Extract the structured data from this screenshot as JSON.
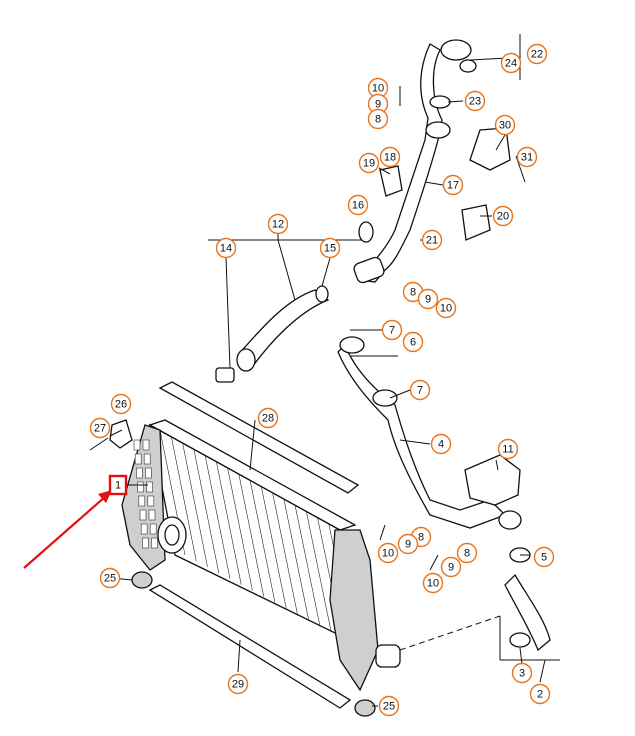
{
  "diagram": {
    "callouts": [
      {
        "label": "22",
        "kind": "ref"
      },
      {
        "label": "24",
        "kind": "ref"
      },
      {
        "label": "23",
        "kind": "ref"
      },
      {
        "label": "10",
        "kind": "ref"
      },
      {
        "label": "9",
        "kind": "ref"
      },
      {
        "label": "8",
        "kind": "ref"
      },
      {
        "label": "30",
        "kind": "ref"
      },
      {
        "label": "19",
        "kind": "ref"
      },
      {
        "label": "18",
        "kind": "ref"
      },
      {
        "label": "31",
        "kind": "ref"
      },
      {
        "label": "17",
        "kind": "ref"
      },
      {
        "label": "16",
        "kind": "ref"
      },
      {
        "label": "20",
        "kind": "ref"
      },
      {
        "label": "12",
        "kind": "ref"
      },
      {
        "label": "21",
        "kind": "ref"
      },
      {
        "label": "14",
        "kind": "ref"
      },
      {
        "label": "15",
        "kind": "ref"
      },
      {
        "label": "8",
        "kind": "ref"
      },
      {
        "label": "9",
        "kind": "ref"
      },
      {
        "label": "10",
        "kind": "ref"
      },
      {
        "label": "7",
        "kind": "ref"
      },
      {
        "label": "6",
        "kind": "ref"
      },
      {
        "label": "7",
        "kind": "ref"
      },
      {
        "label": "26",
        "kind": "ref"
      },
      {
        "label": "28",
        "kind": "ref"
      },
      {
        "label": "4",
        "kind": "ref"
      },
      {
        "label": "27",
        "kind": "ref"
      },
      {
        "label": "11",
        "kind": "ref"
      },
      {
        "label": "1",
        "kind": "selected"
      },
      {
        "label": "8",
        "kind": "ref"
      },
      {
        "label": "9",
        "kind": "ref"
      },
      {
        "label": "10",
        "kind": "ref"
      },
      {
        "label": "8",
        "kind": "ref"
      },
      {
        "label": "5",
        "kind": "ref"
      },
      {
        "label": "9",
        "kind": "ref"
      },
      {
        "label": "10",
        "kind": "ref"
      },
      {
        "label": "25",
        "kind": "ref"
      },
      {
        "label": "3",
        "kind": "ref"
      },
      {
        "label": "29",
        "kind": "ref"
      },
      {
        "label": "2",
        "kind": "ref"
      },
      {
        "label": "25",
        "kind": "ref"
      }
    ],
    "colors": {
      "callout_ring": "#e8741c",
      "selection": "#e31010",
      "linework": "#111111"
    }
  }
}
